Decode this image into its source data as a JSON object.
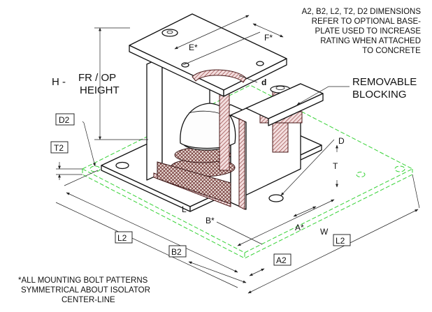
{
  "notes": {
    "baseplate": [
      "A2, B2, L2, T2, D2 DIMENSIONS",
      "REFER TO OPTIONAL BASE-",
      "PLATE USED TO INCREASE",
      "RATING WHEN ATTACHED",
      "TO CONCRETE"
    ],
    "bolt_pattern": [
      "*ALL MOUNTING BOLT PATTERNS",
      "SYMMETRICAL ABOUT ISOLATOR",
      "CENTER-LINE"
    ]
  },
  "labels": {
    "f": "F*",
    "e": "E*",
    "h": "H -",
    "fr_op": "FR / OP",
    "height": "HEIGHT",
    "d_small": "d",
    "removable": "REMOVABLE",
    "blocking": "BLOCKING",
    "d2": "D2",
    "t2": "T2",
    "d_big": "D",
    "t": "T",
    "l": "L",
    "b_star": "B*",
    "a_star": "A*",
    "w": "W",
    "l2_left": "L2",
    "l2_right": "L2",
    "b2": "B2",
    "a2": "A2"
  },
  "colors": {
    "outline": "#111111",
    "baseplate_dashed": "#35d235",
    "spring_hatch": "#7a2a2a"
  }
}
